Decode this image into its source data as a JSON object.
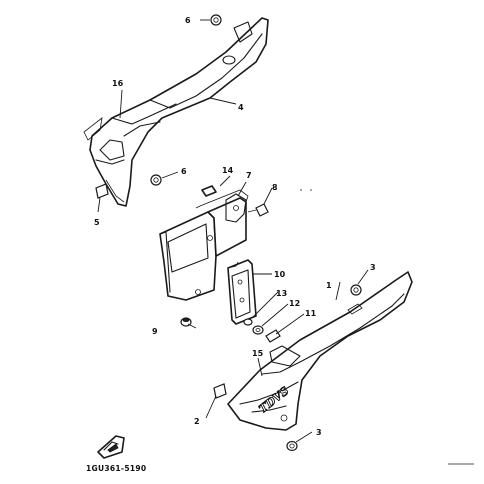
{
  "diagram": {
    "code": "1GU361-5190",
    "decal_text": "TDVS",
    "callouts": {
      "c1": "1",
      "c2": "2",
      "c3a": "3",
      "c3b": "3",
      "c4": "4",
      "c5": "5",
      "c6a": "6",
      "c6b": "6",
      "c7": "7",
      "c8": "8",
      "c9": "9",
      "c10": "10",
      "c11": "11",
      "c12": "12",
      "c13": "13",
      "c14": "14",
      "c15": "15",
      "c16": "16"
    }
  }
}
